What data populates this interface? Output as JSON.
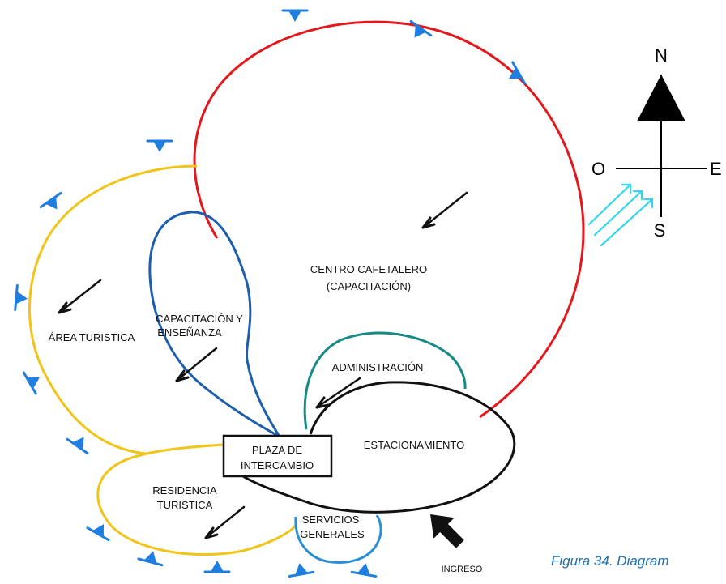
{
  "zones": {
    "centro": {
      "line1": "CENTRO CAFETALERO",
      "line2": "(CAPACITACIÓN)",
      "color": "#e3171c"
    },
    "area_turistica": {
      "line1": "ÁREA TURISTICA",
      "color": "#f0c419"
    },
    "capacitacion": {
      "line1": "CAPACITACIÓN Y",
      "line2": "ENSEÑANZA",
      "color": "#1d5fae"
    },
    "administracion": {
      "line1": "ADMINISTRACIÓN",
      "color": "#178a86"
    },
    "estacionamiento": {
      "line1": "ESTACIONAMIENTO",
      "color": "#111111"
    },
    "plaza": {
      "line1": "PLAZA DE",
      "line2": "INTERCAMBIO",
      "color": "#111111"
    },
    "residencia": {
      "line1": "RESIDENCIA",
      "line2": "TURISTICA",
      "color": "#f0c419"
    },
    "servicios": {
      "line1": "SERVICIOS",
      "line2": "GENERALES",
      "color": "#2b8fd6"
    }
  },
  "entrance": {
    "label": "INGRESO"
  },
  "compass": {
    "north": "N",
    "south": "S",
    "east": "E",
    "west": "O"
  },
  "sun_rays_color": "#33d6ee",
  "view_marker_color": "#1e7fe0",
  "caption": "Figura 34. Diagram"
}
